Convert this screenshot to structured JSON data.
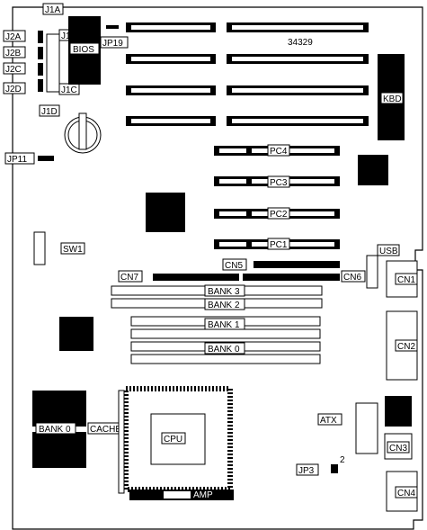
{
  "board": {
    "part_number": "34329",
    "labels": {
      "j1a": "J1A",
      "j1b": "J1B",
      "j1c": "J1C",
      "j1d": "J1D",
      "j2a": "J2A",
      "j2b": "J2B",
      "j2c": "J2C",
      "j2d": "J2D",
      "bios": "BIOS",
      "jp19": "JP19",
      "kbd": "KBD",
      "jp11": "JP11",
      "pc1": "PC1",
      "pc2": "PC2",
      "pc3": "PC3",
      "pc4": "PC4",
      "sw1": "SW1",
      "usb": "USB",
      "cn5": "CN5",
      "cn6": "CN6",
      "cn7": "CN7",
      "cn1": "CN1",
      "cn2": "CN2",
      "cn3": "CN3",
      "cn4": "CN4",
      "bank3": "BANK 3",
      "bank2": "BANK 2",
      "bank1": "BANK 1",
      "bank0_simm": "BANK 0",
      "bank0_cache": "BANK 0",
      "cache": "CACHE",
      "cpu": "CPU",
      "atx": "ATX",
      "jp3": "JP3",
      "jp3_pin": "2",
      "amp": "AMP"
    }
  }
}
